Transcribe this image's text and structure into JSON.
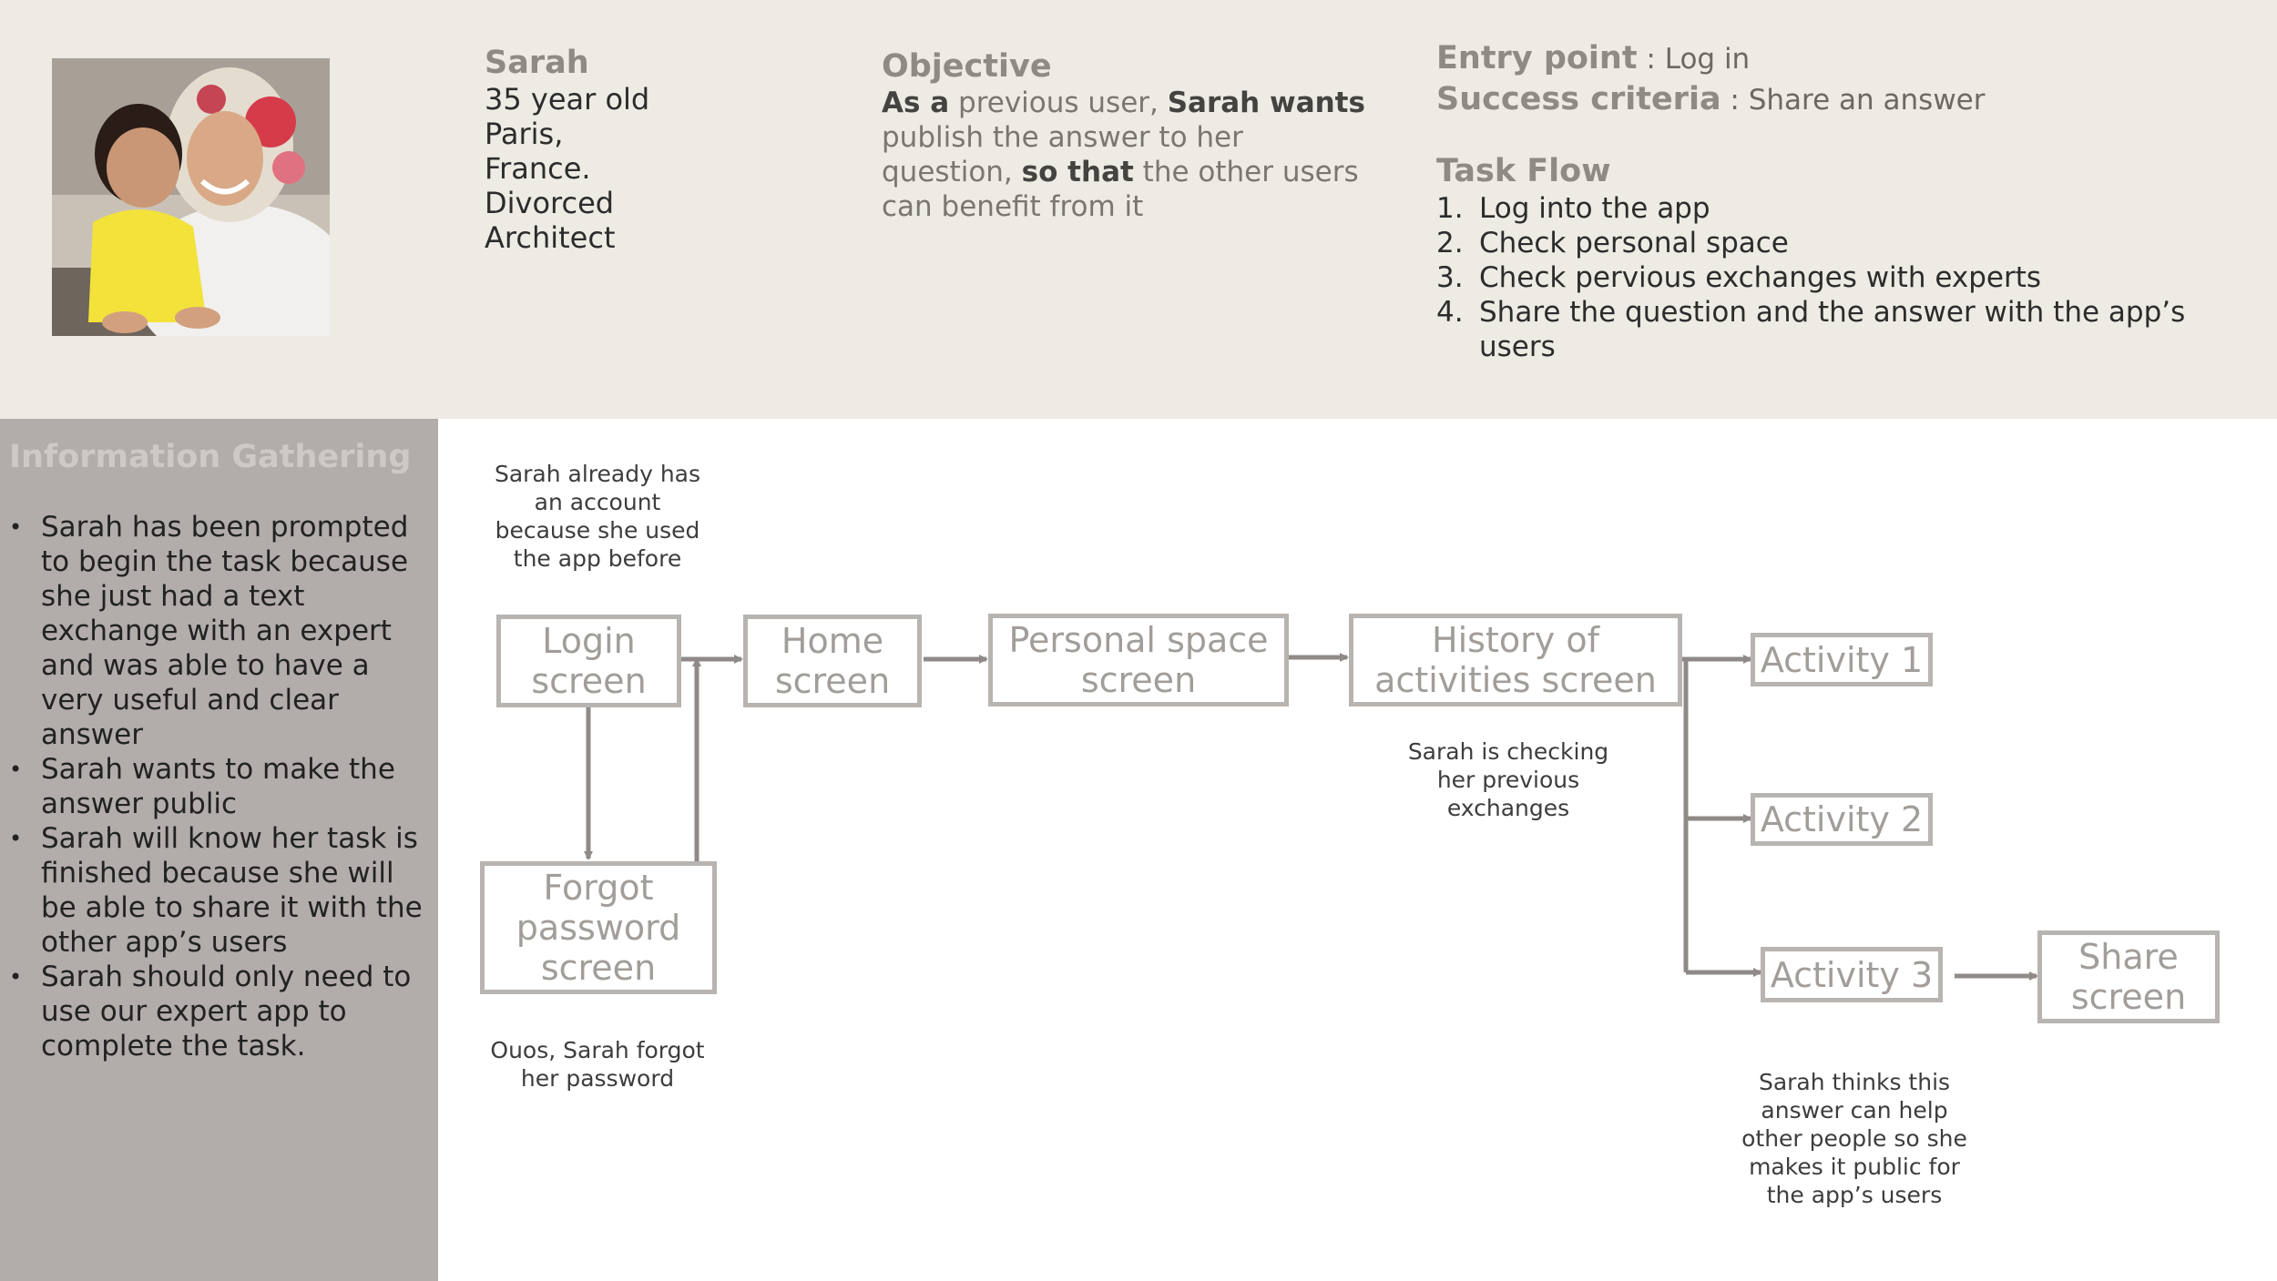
{
  "persona": {
    "name": "Sarah",
    "details": [
      "35 year old",
      "Paris,",
      "France.",
      "Divorced",
      "Architect"
    ]
  },
  "objective": {
    "heading": "Objective",
    "as_a": "As a",
    "role_text": " previous user, ",
    "subject": "Sarah wants",
    "goal_text": " publish the answer to her question, ",
    "so_that": "so that",
    "benefit_text": " the other users can benefit from it"
  },
  "meta": {
    "entry_label": "Entry point",
    "entry_value": " : Log in",
    "success_label": "Success criteria",
    "success_value": " : Share an answer"
  },
  "task_flow": {
    "heading": "Task Flow",
    "steps": [
      {
        "num": "1.",
        "text": "Log into the app"
      },
      {
        "num": "2.",
        "text": "Check personal space"
      },
      {
        "num": "3.",
        "text": "Check pervious exchanges with experts"
      },
      {
        "num": "4.",
        "text": "Share the question and the answer with the app’s users"
      }
    ]
  },
  "info_gathering": {
    "title": "Information Gathering",
    "bullets": [
      "Sarah has been prompted to begin the task because she just had a text exchange with an expert and was able to have a very useful and clear answer",
      "Sarah wants to make the answer public",
      "Sarah will know her task is finished because she will be able to share it with the other app’s users",
      "Sarah should only need to use our expert app to complete the task."
    ]
  },
  "diagram": {
    "nodes": {
      "login": "Login screen",
      "home": "Home screen",
      "personal": "Personal space screen",
      "history": "History of activities screen",
      "forgot": "Forgot password screen",
      "activity1": "Activity 1",
      "activity2": "Activity 2",
      "activity3": "Activity 3",
      "share": "Share screen"
    },
    "notes": {
      "account": "Sarah already has an account because she used the app before",
      "forgot": "Ouos, Sarah forgot her password",
      "checking": "Sarah is checking her previous exchanges",
      "thinks": "Sarah thinks this answer can help other people so she makes it public for the app’s users"
    }
  },
  "colors": {
    "top_band": "#edebe3",
    "sidebar": "#b2adaa",
    "node_border": "#b7b4b2",
    "arrow": "#8f8a88",
    "heading": "#8f8a86"
  }
}
